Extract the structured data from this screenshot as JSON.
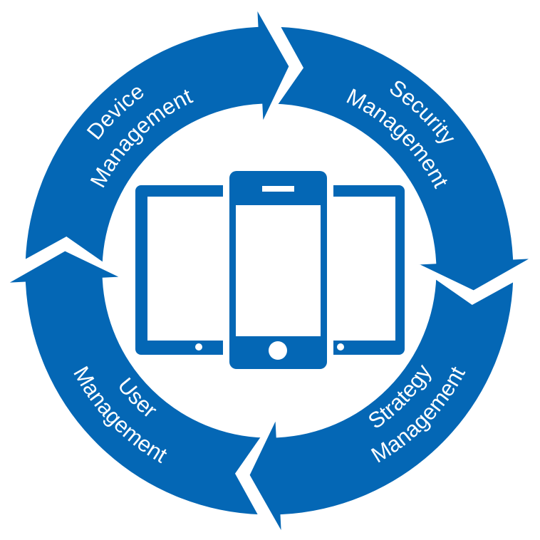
{
  "colors": {
    "primary": "#0467B5",
    "background": "#FFFFFF",
    "label": "#FFFFFF"
  },
  "cycle": {
    "segments": [
      {
        "id": "device",
        "line1": "Device",
        "line2": "Management"
      },
      {
        "id": "security",
        "line1": "Security",
        "line2": "Management"
      },
      {
        "id": "strategy",
        "line1": "Strategy",
        "line2": "Management"
      },
      {
        "id": "user",
        "line1": "User",
        "line2": "Management"
      }
    ]
  },
  "center_icon": {
    "icons": [
      "tablet-icon",
      "smartphone-icon",
      "tablet-icon"
    ]
  }
}
